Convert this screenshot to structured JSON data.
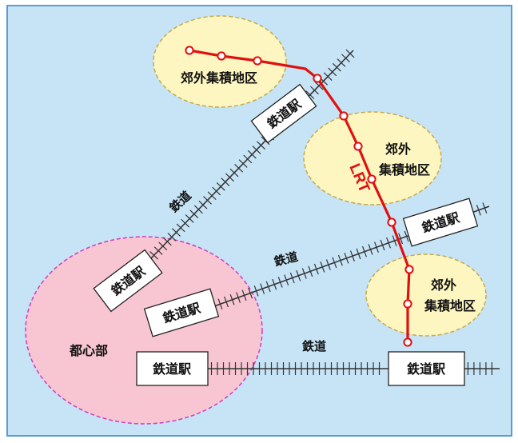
{
  "colors": {
    "background": "#c6e4f6",
    "frame": "#5b9bd5",
    "suburb_fill": "#fdf6c0",
    "suburb_border": "#c9a94a",
    "center_fill": "#f8c6d2",
    "center_border": "#d23bbd",
    "lrt": "#e01010",
    "rail": "#333333",
    "station_fill": "#ffffff",
    "station_border": "#222222"
  },
  "labels": {
    "suburb_top": "郊外集積地区",
    "suburb_mid_line1": "郊外",
    "suburb_mid_line2": "集積地区",
    "suburb_low_line1": "郊外",
    "suburb_low_line2": "集積地区",
    "lrt": "LRT",
    "city_center": "都心部",
    "railway_diag": "鉄道",
    "railway_mid": "鉄道",
    "railway_bottom": "鉄道"
  },
  "stations": {
    "top": "鉄道駅",
    "right_mid": "鉄道駅",
    "left_diag": "鉄道駅",
    "center_mid": "鉄道駅",
    "center_bottom": "鉄道駅",
    "bottom_right": "鉄道駅"
  }
}
